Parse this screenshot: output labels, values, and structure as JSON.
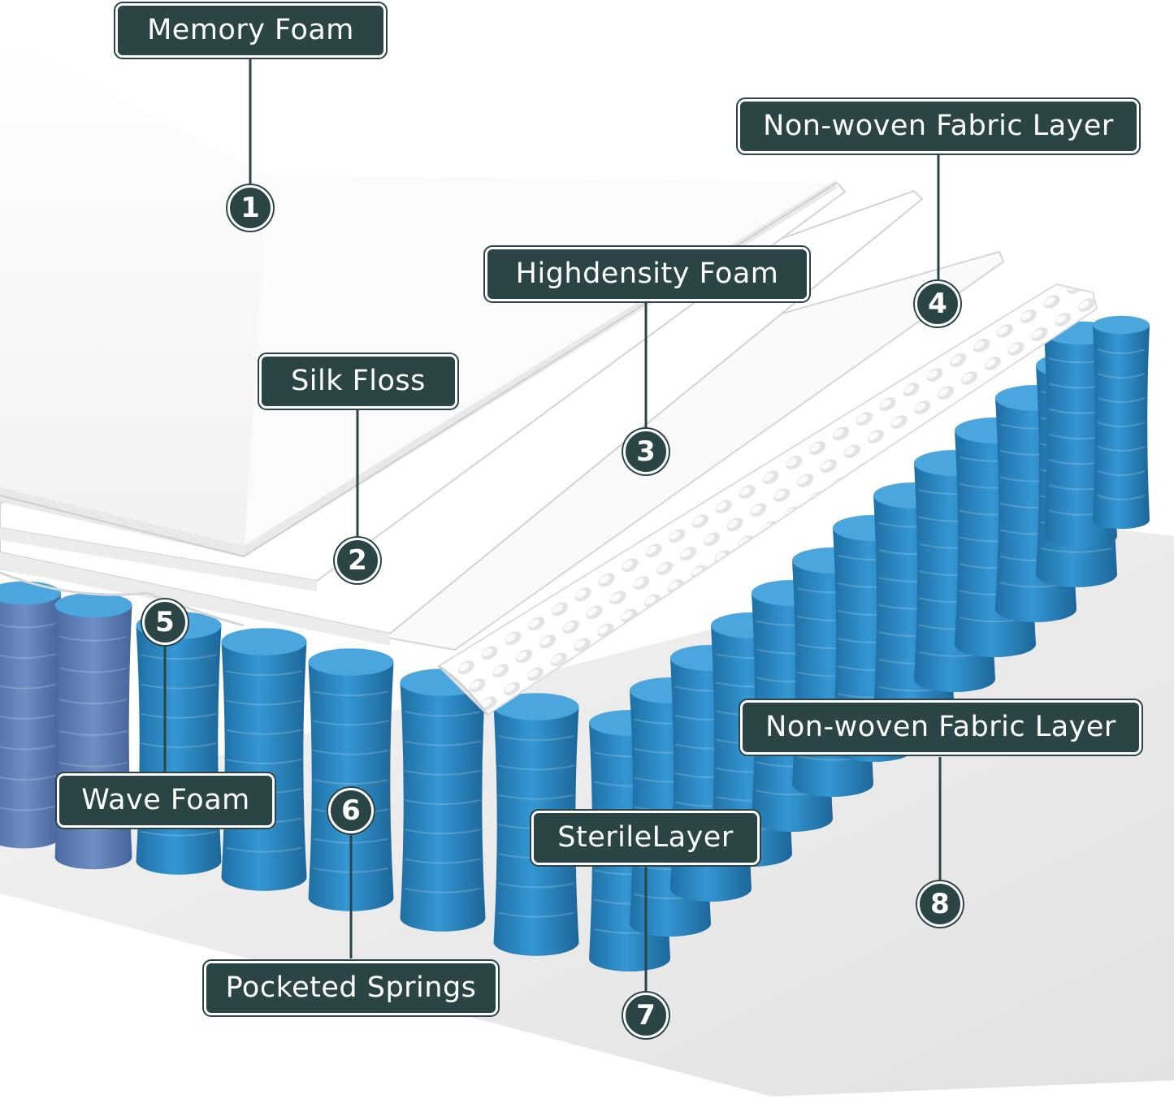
{
  "colors": {
    "label_bg": "#2b4546",
    "label_text": "#ffffff",
    "spring_blue": "#2f8cc6",
    "spring_back": "#5d7fb5",
    "foam_white": "#ffffff",
    "base_gray": "#e8e8e8"
  },
  "callouts": [
    {
      "number": "1",
      "label": "Memory Foam"
    },
    {
      "number": "2",
      "label": "Silk Floss"
    },
    {
      "number": "3",
      "label": "Highdensity Foam"
    },
    {
      "number": "4",
      "label": "Non-woven Fabric Layer"
    },
    {
      "number": "5",
      "label": "Wave Foam"
    },
    {
      "number": "6",
      "label": "Pocketed Springs"
    },
    {
      "number": "7",
      "label": "SterileLayer"
    },
    {
      "number": "8",
      "label": "Non-woven Fabric Layer"
    }
  ]
}
